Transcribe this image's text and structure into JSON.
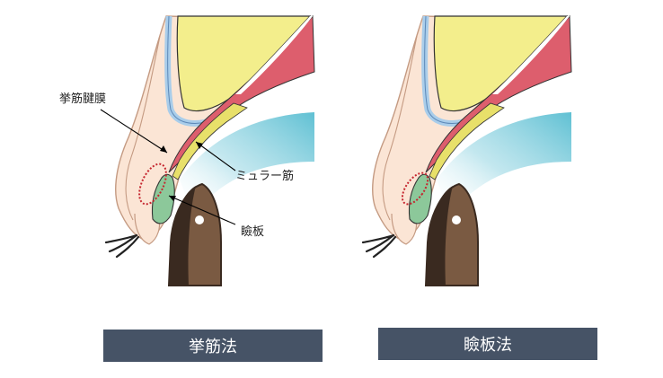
{
  "labels": {
    "levator_aponeurosis": "挙筋腱膜",
    "muller_muscle": "ミュラー筋",
    "tarsus": "瞼板"
  },
  "captions": {
    "left": "挙筋法",
    "right": "瞼板法"
  },
  "colors": {
    "skin": "#fbe5d5",
    "skin_outline": "#c49a82",
    "fat": "#f3ee8c",
    "conjunctiva_blue": "#a9cdea",
    "levator_muscle": "#dd5e6d",
    "muller": "#e8e06a",
    "tarsus_green": "#8cc89a",
    "iris": "#7a5a42",
    "cornea_cyan": "#5fc0d3",
    "suture_red": "#c5262f",
    "caption_bg": "#465366",
    "caption_text": "#ffffff"
  }
}
